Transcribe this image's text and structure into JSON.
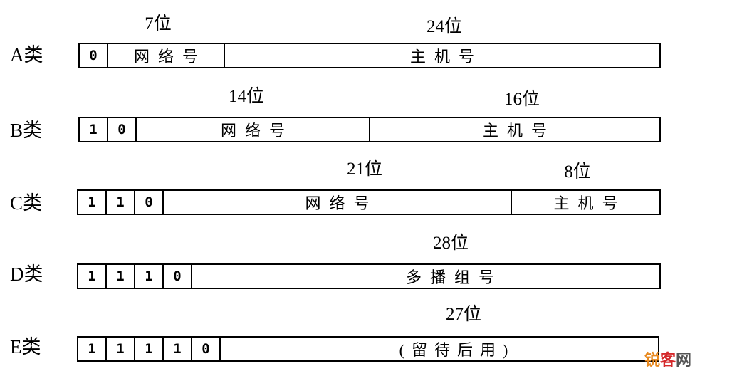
{
  "rows": [
    {
      "label": "A类",
      "bits": [
        "0"
      ],
      "fields": [
        "网络号",
        "主机号"
      ],
      "sizes": [
        "7位",
        "24位"
      ]
    },
    {
      "label": "B类",
      "bits": [
        "1",
        "0"
      ],
      "fields": [
        "网络号",
        "主机号"
      ],
      "sizes": [
        "14位",
        "16位"
      ]
    },
    {
      "label": "C类",
      "bits": [
        "1",
        "1",
        "0"
      ],
      "fields": [
        "网络号",
        "主机号"
      ],
      "sizes": [
        "21位",
        "8位"
      ]
    },
    {
      "label": "D类",
      "bits": [
        "1",
        "1",
        "1",
        "0"
      ],
      "fields": [
        "多播组号"
      ],
      "sizes": [
        "28位"
      ]
    },
    {
      "label": "E类",
      "bits": [
        "1",
        "1",
        "1",
        "1",
        "0"
      ],
      "fields": [
        "(留待后用)"
      ],
      "sizes": [
        "27位"
      ]
    }
  ],
  "watermark": {
    "part1": "锐",
    "part2": "客",
    "part3": "网"
  }
}
